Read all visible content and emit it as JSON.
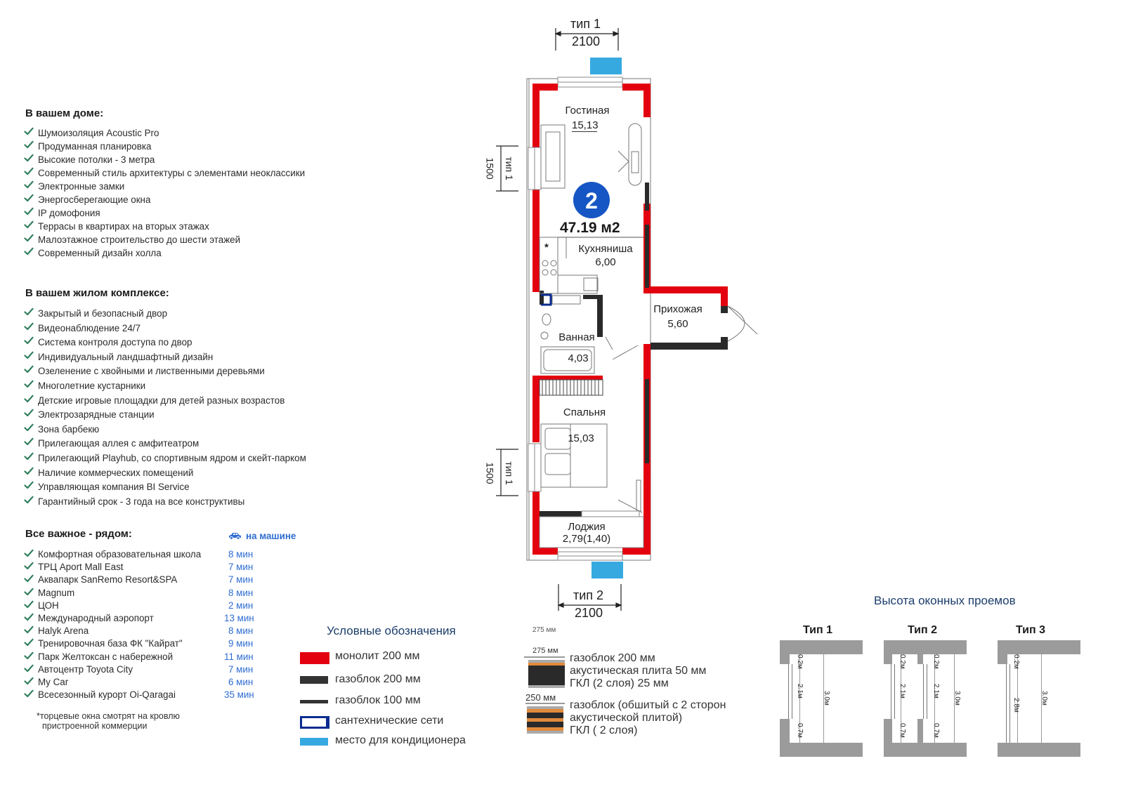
{
  "sections": {
    "house": {
      "title": "В вашем доме:",
      "items": [
        "Шумоизоляция Acoustic Pro",
        "Продуманная планировка",
        "Высокие потолки - 3 метра",
        "Современный стиль архитектуры с элементами неоклассики",
        "Электронные замки",
        "Энергосберегающие окна",
        "IP домофония",
        "Террасы в квартирах на вторых этажах",
        "Малоэтажное строительство до шести этажей",
        "Современный дизайн холла"
      ]
    },
    "complex": {
      "title": "В вашем жилом комплексе:",
      "items": [
        "Закрытый и безопасный двор",
        "Видеонаблюдение 24/7",
        "Система контроля доступа по двор",
        "Индивидуальный ландшафтный дизайн",
        "Озеленение с хвойными и лиственными деревьями",
        "Многолетние кустарники",
        "Детские игровые площадки для детей разных возрастов",
        "Электрозарядные станции",
        "Зона барбекю",
        "Прилегающая аллея с амфитеатром",
        "Прилегающий Playhub, со спортивным ядром и скейт-парком",
        "Наличие коммерческих помещений",
        "Управляющая компания BI Service",
        "Гарантийный срок - 3 года на все конструктивы"
      ]
    },
    "nearby": {
      "title": "Все важное - рядом:",
      "by_car_label": "на машине",
      "items": [
        {
          "name": "Комфортная образовательная школа",
          "time": "8 мин"
        },
        {
          "name": "ТРЦ Aport Mall East",
          "time": "7 мин"
        },
        {
          "name": "Аквапарк SanRemo Resort&SPA",
          "time": "7 мин"
        },
        {
          "name": "Magnum",
          "time": "8 мин"
        },
        {
          "name": "ЦОН",
          "time": "2 мин"
        },
        {
          "name": "Международный аэропорт",
          "time": "13 мин"
        },
        {
          "name": "Halyk Arena",
          "time": "8 мин"
        },
        {
          "name": "Тренировочная база ФК \"Кайрат\"",
          "time": "9 мин"
        },
        {
          "name": "Парк Желтоксан с набережной",
          "time": "11 мин"
        },
        {
          "name": "Автоцентр Toyota City",
          "time": "7 мин"
        },
        {
          "name": "My Car",
          "time": "6 мин"
        },
        {
          "name": "Всесезонный курорт Oi-Qaragai",
          "time": "35 мин"
        }
      ]
    }
  },
  "footnote": {
    "line1": "*торцевые окна смотрят на кровлю",
    "line2": "пристроенной коммерции"
  },
  "plan": {
    "rooms_count": "2",
    "total_area": "47.19 м2",
    "rooms": {
      "living": {
        "name": "Гостиная",
        "area": "15,13"
      },
      "kitchen": {
        "name": "Кухняниша",
        "area": "6,00"
      },
      "hall": {
        "name": "Прихожая",
        "area": "5,60"
      },
      "bath": {
        "name": "Ванная",
        "area": "4,03"
      },
      "bedroom": {
        "name": "Спальня",
        "area": "15,03"
      },
      "loggia": {
        "name": "Лоджия",
        "area": "2,79(1,40)"
      }
    },
    "kitchen_mark": "*",
    "dims": {
      "top_type": "тип 1",
      "top_width": "2100",
      "bottom_type": "тип 2",
      "bottom_width": "2100",
      "left_upper_type": "тип 1",
      "left_upper_size": "1500",
      "left_lower_type": "тип 1",
      "left_lower_size": "1500"
    }
  },
  "legend": {
    "title": "Условные обозначения",
    "items": [
      {
        "label": "монолит 200 мм",
        "color": "#e3000f"
      },
      {
        "label": "газоблок 200 мм",
        "color": "#333333"
      },
      {
        "label": "газоблок 100 мм",
        "color": "#333333"
      },
      {
        "label": "сантехнические сети",
        "color": "#0b2c8f"
      },
      {
        "label": "место для кондиционера",
        "color": "#36a9e1"
      }
    ]
  },
  "walls": {
    "top_dim": "275 мм",
    "item1": {
      "dim": "275 мм",
      "line1": "газоблок 200 мм",
      "line2": "акустическая плита 50 мм",
      "line3": "ГКЛ (2 слоя) 25 мм"
    },
    "item2": {
      "dim": "250 мм",
      "line1": "газоблок (обшитый с 2 сторон",
      "line2": "акустической плитой)",
      "line3": "ГКЛ ( 2 слоя)"
    }
  },
  "window_heights": {
    "title": "Высота оконных проемов",
    "types": [
      {
        "name": "Тип 1",
        "top": "0.2м",
        "middle": "2.1м",
        "bottom": "0.7м",
        "total": "3.0м"
      },
      {
        "name": "Тип 2",
        "top": "0.2м",
        "middle": "2.1м",
        "bottom": "0.7м",
        "total": "3.0м"
      },
      {
        "name": "Тип 3",
        "top": "0.2м",
        "middle": "2.8м",
        "total": "3.0м"
      }
    ]
  },
  "colors": {
    "monolith": "#e3000f",
    "gasblock": "#333333",
    "plumbing": "#0b2c8f",
    "ac": "#36a9e1",
    "check": "#2e7d5b",
    "badge": "#1656c4",
    "link": "#2f6dd1"
  }
}
